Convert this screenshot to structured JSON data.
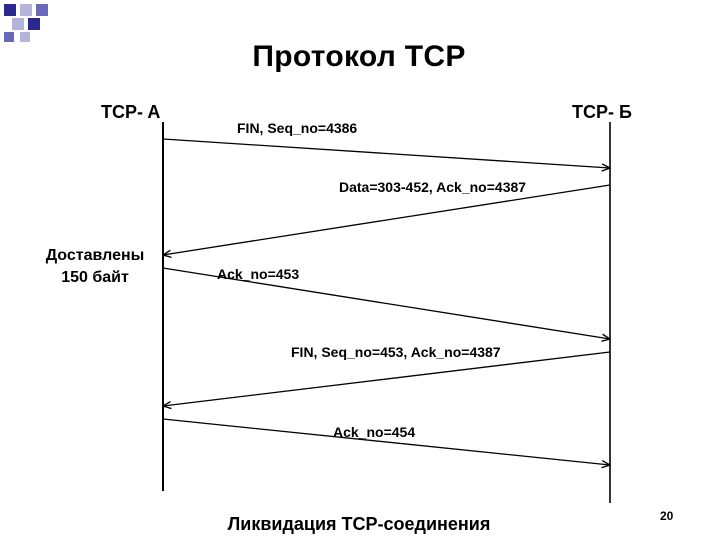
{
  "title": "Протокол TCP",
  "party_a": "TCP- A",
  "party_b": "TCP- Б",
  "note": {
    "line1": "Доставлены",
    "line2": "150 байт"
  },
  "messages": [
    {
      "label": "FIN, Seq_no=4386",
      "from": "A",
      "to": "B"
    },
    {
      "label": "Data=303-452, Ack_no=4387",
      "from": "B",
      "to": "A"
    },
    {
      "label": "Ack_no=453",
      "from": "A",
      "to": "B"
    },
    {
      "label": "FIN, Seq_no=453, Ack_no=4387",
      "from": "B",
      "to": "A"
    },
    {
      "label": "Ack_no=454",
      "from": "A",
      "to": "B"
    }
  ],
  "caption": "Ликвидация TCP-соединения",
  "page_number": "20",
  "colors": {
    "deco_dark": "#2a2a8c",
    "deco_mid": "#6a6ab8",
    "deco_light": "#b4b4dc",
    "lines": "#000000"
  }
}
